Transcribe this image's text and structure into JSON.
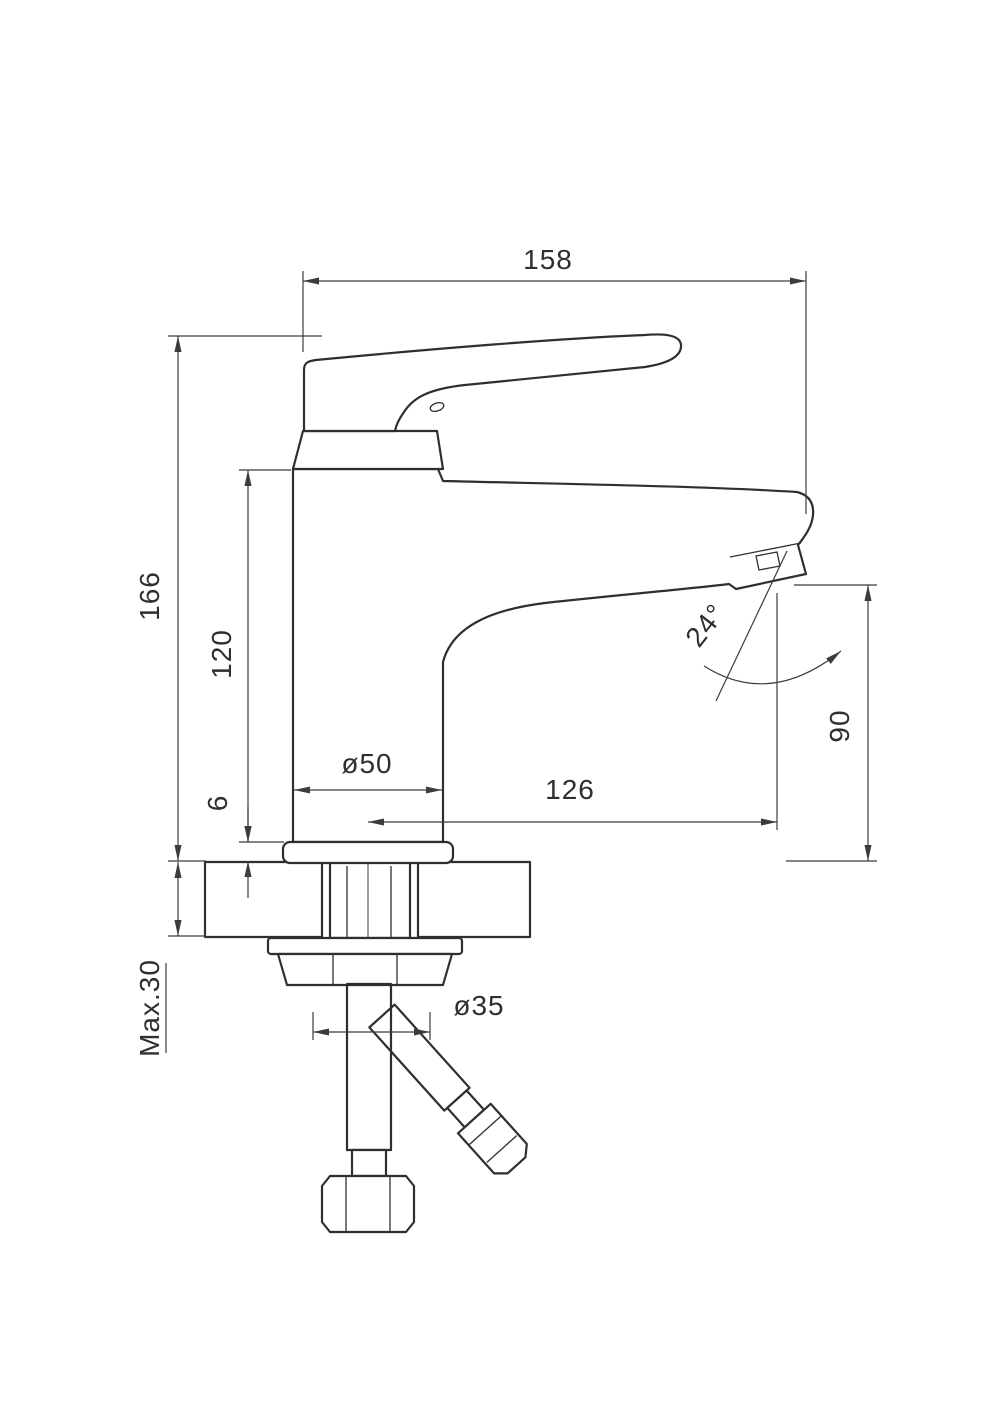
{
  "page": {
    "background": "#ffffff",
    "line_color": "#2f2f2f"
  },
  "drawing": {
    "type": "technical-drawing",
    "dimensions": {
      "overall_width": "158",
      "overall_height": "166",
      "body_height": "120",
      "base_height": "6",
      "body_diameter": "ø50",
      "spout_reach": "126",
      "spout_angle": "24°",
      "outlet_height": "90",
      "max_deck_thickness": "Max.30",
      "hole_diameter": "ø35"
    }
  }
}
